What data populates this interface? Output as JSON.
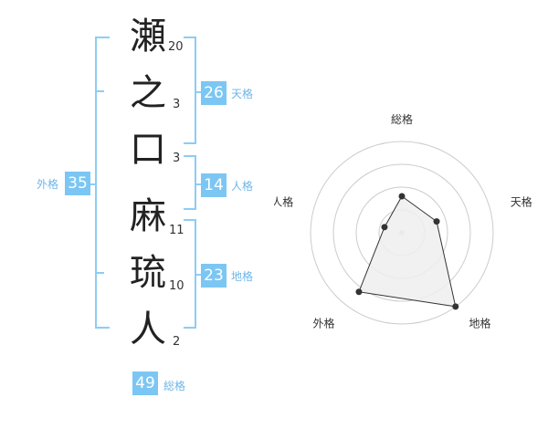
{
  "name": {
    "chars": [
      {
        "char": "瀬",
        "strokes": "20"
      },
      {
        "char": "之",
        "strokes": "3"
      },
      {
        "char": "口",
        "strokes": "3"
      },
      {
        "char": "麻",
        "strokes": "11"
      },
      {
        "char": "琉",
        "strokes": "10"
      },
      {
        "char": "人",
        "strokes": "2"
      }
    ]
  },
  "fortunes": {
    "tenkaku": {
      "value": "26",
      "label": "天格"
    },
    "jinkaku": {
      "value": "14",
      "label": "人格"
    },
    "chikaku": {
      "value": "23",
      "label": "地格"
    },
    "gaikaku": {
      "value": "35",
      "label": "外格"
    },
    "soukaku": {
      "value": "49",
      "label": "総格"
    }
  },
  "chart_data": {
    "type": "radar",
    "axes": [
      "総格",
      "天格",
      "地格",
      "外格",
      "人格"
    ],
    "values": [
      2,
      2,
      5,
      4,
      1
    ],
    "max": 5,
    "rings": 4
  },
  "colors": {
    "accent": "#7cc6f4",
    "bracket": "#8ccdf5",
    "fill": "#eeeeee"
  }
}
